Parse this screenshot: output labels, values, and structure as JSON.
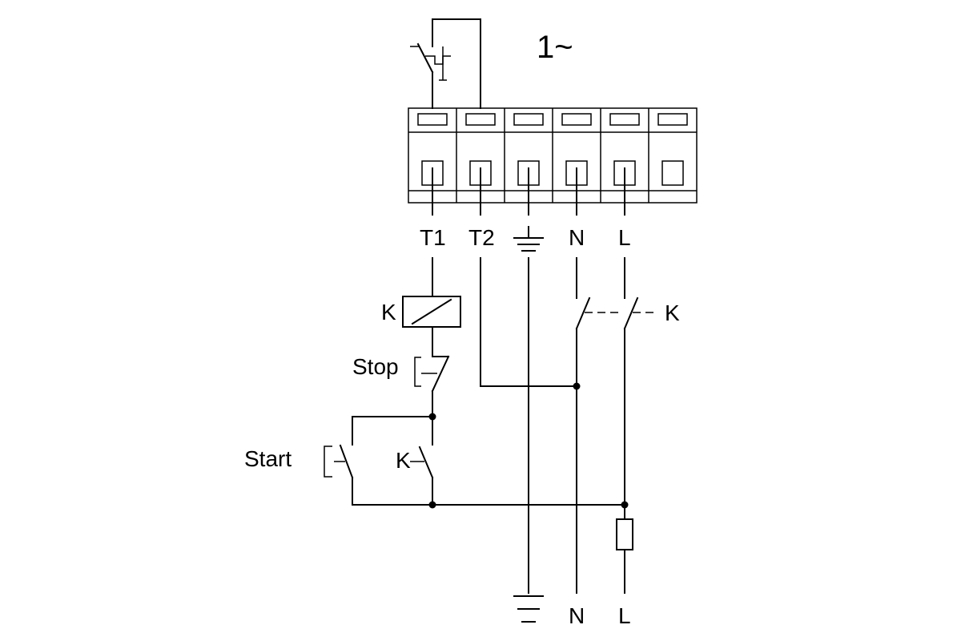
{
  "phase_label": "1~",
  "terminals": {
    "t1": "T1",
    "t2": "T2",
    "n": "N",
    "l": "L"
  },
  "contactor": {
    "coil_label": "K",
    "main_contacts_label": "K",
    "hold_contact_label": "K"
  },
  "buttons": {
    "stop": "Stop",
    "start": "Start"
  },
  "supply": {
    "n": "N",
    "l": "L"
  }
}
